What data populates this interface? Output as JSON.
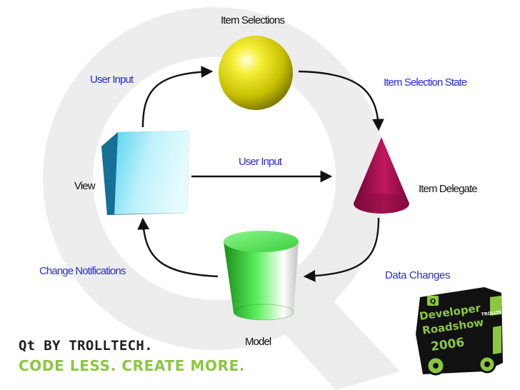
{
  "diagram": {
    "nodes": {
      "item_selections": "Item Selections",
      "item_delegate": "Item Delegate",
      "view": "View",
      "model": "Model"
    },
    "edges": {
      "user_input_top": "User Input",
      "user_input_middle": "User Input",
      "item_selection_state": "Item Selection State",
      "data_changes": "Data Changes",
      "change_notifications": "Change Notifications"
    }
  },
  "branding": {
    "line1": "Qt BY TROLLTECH.",
    "line2": "CODE LESS. CREATE MORE."
  },
  "badge": {
    "logo_letter": "Q",
    "line1": "Developer",
    "line2": "Roadshow",
    "line3": "2006",
    "bus_sign": "TROLLTECH"
  },
  "colors": {
    "label_blue": "#2a2ad6",
    "sphere": "#e6e000",
    "cone": "#a0104a",
    "cube": "#1f8fb8",
    "cylinder": "#2fd12f",
    "brand_green": "#8cc63f"
  }
}
